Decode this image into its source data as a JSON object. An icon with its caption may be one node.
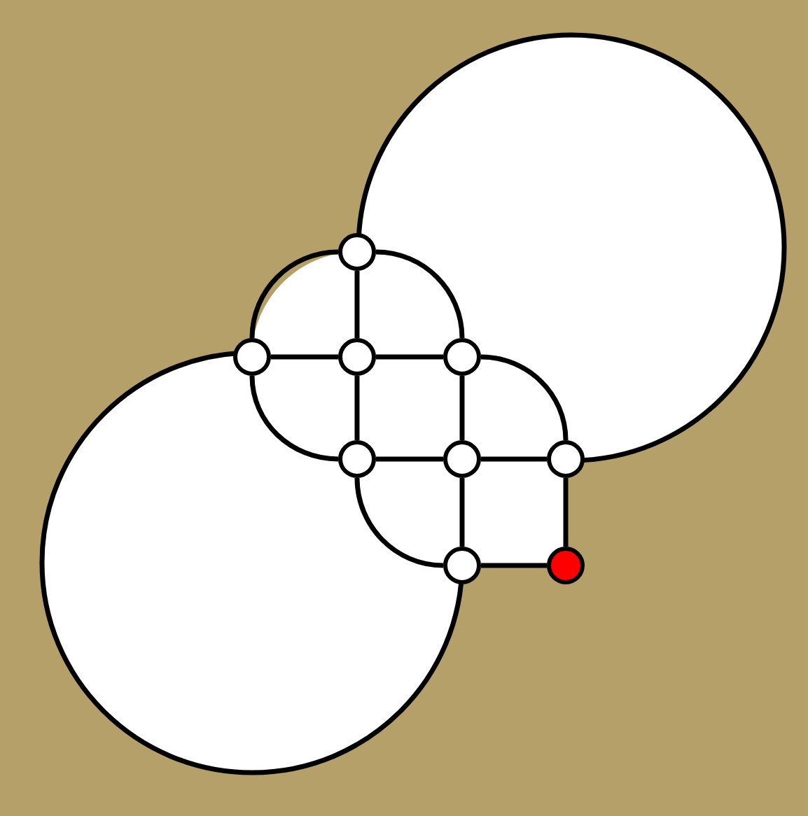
{
  "diagram": {
    "nodes": [
      {
        "text": [],
        "shape": "circle"
      },
      {
        "text": [],
        "shape": "circle"
      },
      {
        "text": [],
        "shape": "circle"
      },
      {
        "text": [],
        "shape": "circle"
      },
      {
        "text": [],
        "shape": "circle"
      },
      {
        "text": [],
        "shape": "circle"
      },
      {
        "text": [],
        "shape": "circle"
      },
      {
        "text": [],
        "shape": "circle"
      },
      {
        "text": [],
        "shape": "circle"
      }
    ],
    "edges": [
      {
        "from": 0,
        "to": 2,
        "arrow": "none"
      },
      {
        "from": 1,
        "to": 2,
        "arrow": "none"
      },
      {
        "from": 2,
        "to": 3,
        "arrow": "none"
      },
      {
        "from": 2,
        "to": 4,
        "arrow": "none"
      },
      {
        "from": 3,
        "to": 5,
        "arrow": "none"
      },
      {
        "from": 4,
        "to": 5,
        "arrow": "none"
      },
      {
        "from": 5,
        "to": 6,
        "arrow": "none"
      },
      {
        "from": 5,
        "to": 7,
        "arrow": "none"
      },
      {
        "from": 6,
        "to": 8,
        "arrow": "none"
      },
      {
        "from": 7,
        "to": 8,
        "arrow": "none"
      },
      {
        "from": 1,
        "to": 0,
        "arrow": "none"
      },
      {
        "from": 0,
        "to": 3,
        "arrow": "none"
      },
      {
        "from": 3,
        "to": 6,
        "arrow": "none"
      },
      {
        "from": 1,
        "to": 4,
        "arrow": "none"
      },
      {
        "from": 4,
        "to": 7,
        "arrow": "none"
      }
    ]
  }
}
